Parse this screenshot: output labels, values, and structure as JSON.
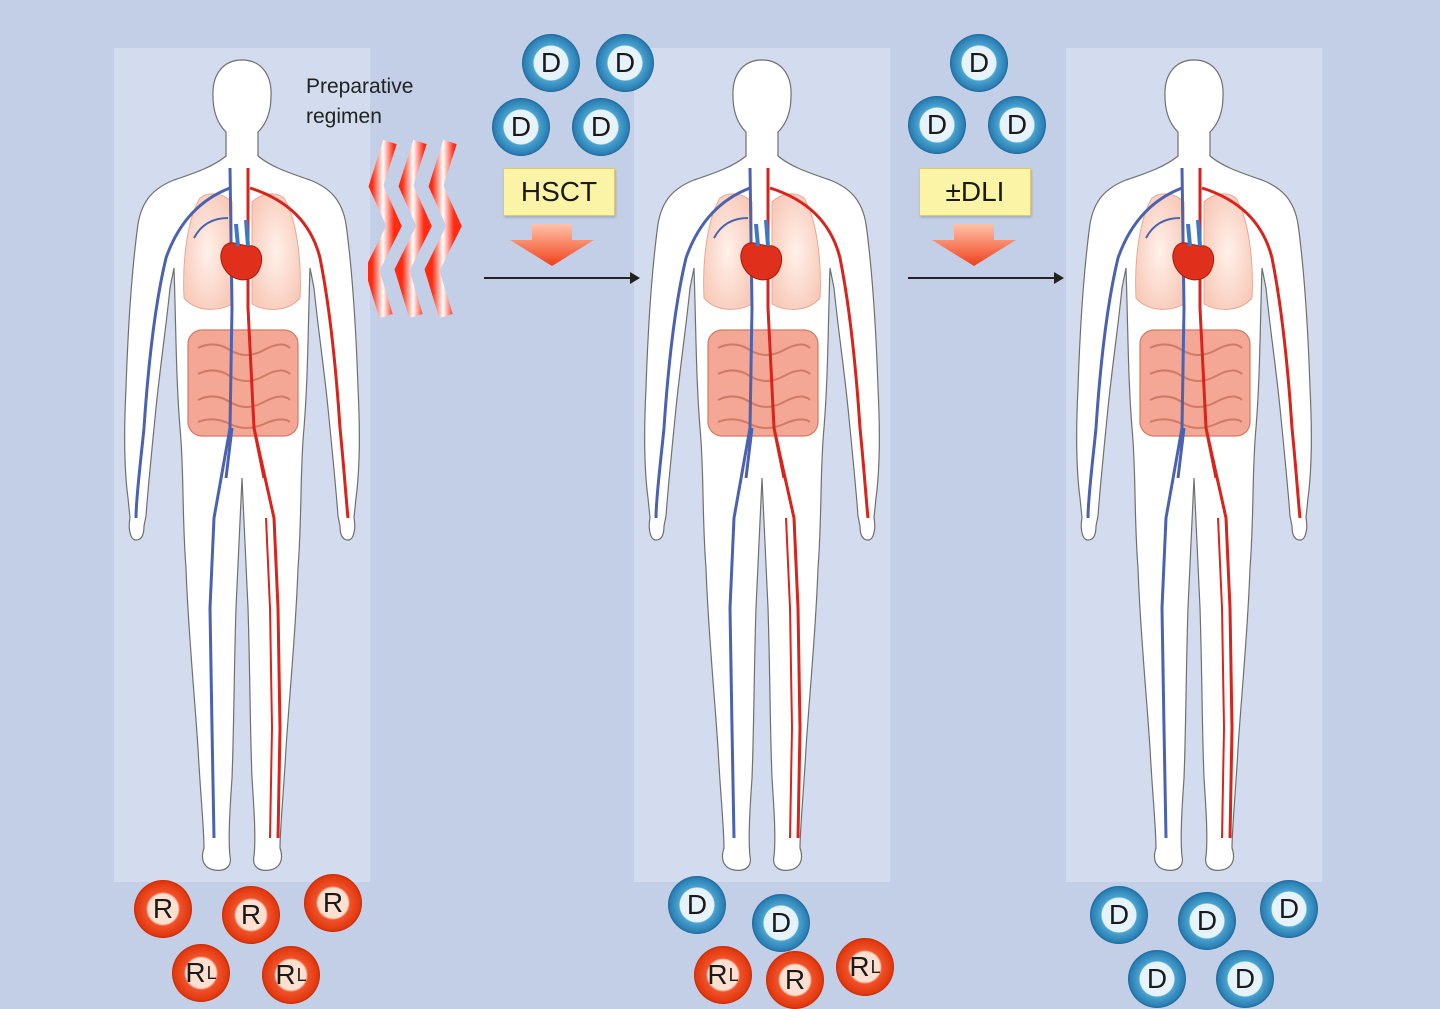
{
  "labels": {
    "regimen_line1": "Preparative",
    "regimen_line2": "regimen",
    "hsct": "HSCT",
    "dli": "±DLI"
  },
  "cells": {
    "donor": "D",
    "recipient": "R",
    "recipient_leukemic_main": "R",
    "recipient_leukemic_sub": "L"
  },
  "colors": {
    "background": "#c3cfe6",
    "panel": "#d3dcee",
    "donor_cell": "#2a7fb4",
    "recipient_cell": "#e2380f",
    "label_box": "#fbf3a6",
    "artery": "#d9241c",
    "vein": "#4a62b0"
  }
}
